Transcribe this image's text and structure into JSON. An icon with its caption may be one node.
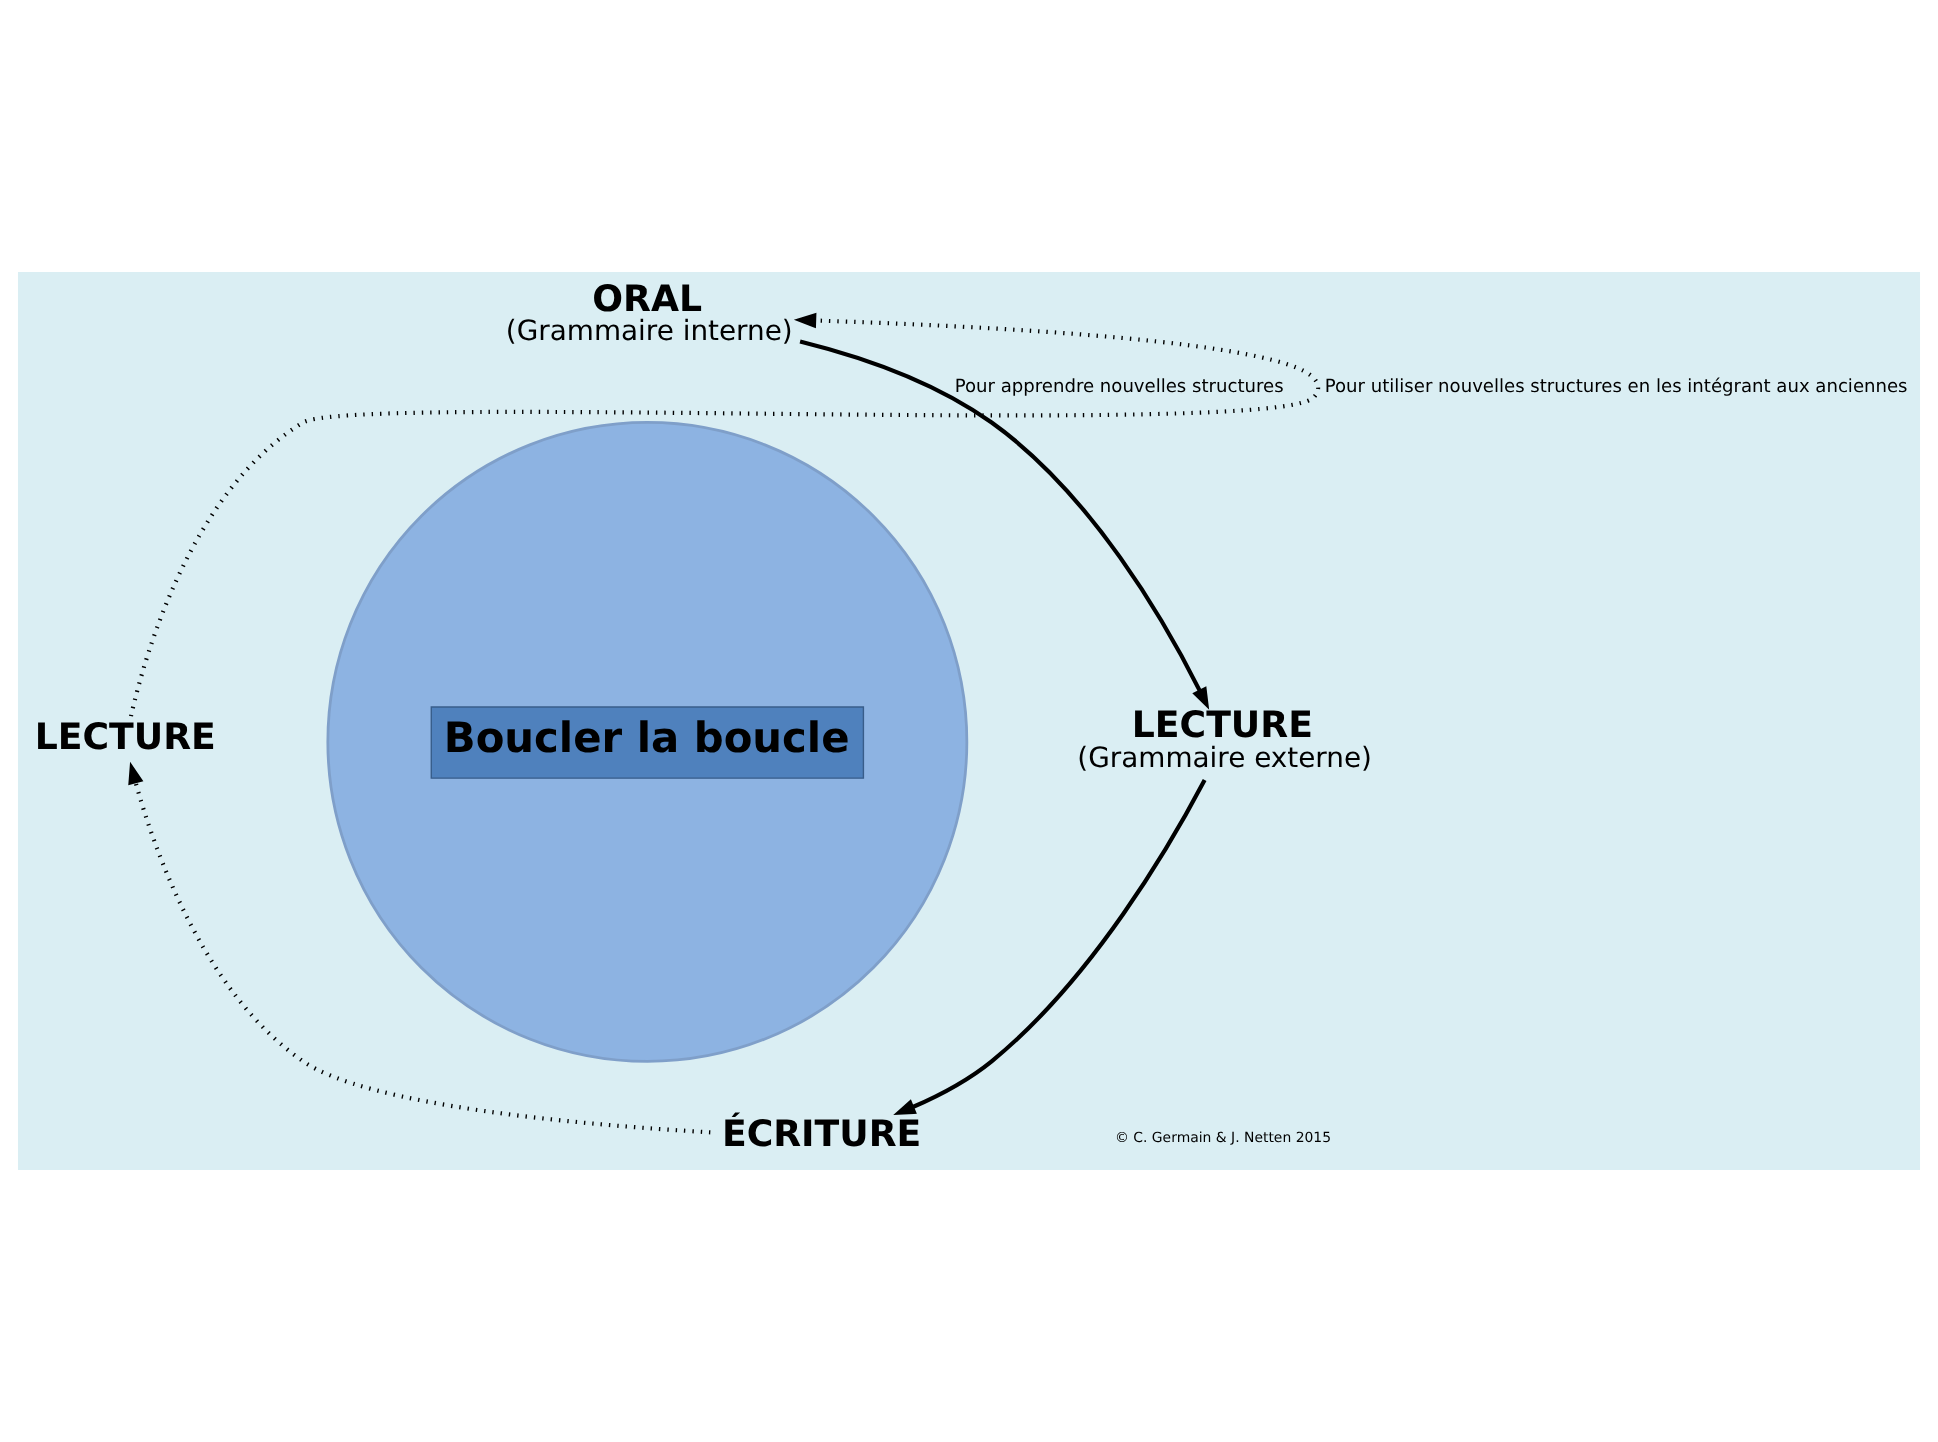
{
  "diagram": {
    "nodes": [
      {
        "text": [
          "ORAL",
          "(Grammaire interne)"
        ]
      },
      {
        "text": [
          "LECTURE",
          "(Grammaire externe)"
        ]
      },
      {
        "text": [
          "ÉCRITURE"
        ]
      },
      {
        "text": [
          "LECTURE"
        ]
      },
      {
        "text": [
          "Boucler la boucle"
        ]
      }
    ],
    "edges": [
      {
        "from": 0,
        "to": 1,
        "arrow": "to",
        "label": "Pour apprendre nouvelles structures"
      },
      {
        "from": 1,
        "to": 2,
        "arrow": "to"
      },
      {
        "from": 2,
        "to": 3,
        "arrow": "to",
        "style": "dashed"
      },
      {
        "from": 3,
        "to": 0,
        "arrow": "to",
        "style": "dashed",
        "label": "Pour utiliser nouvelles structures en les intégrant aux anciennes"
      }
    ],
    "labels": [
      "© C. Germain & J. Netten 2015"
    ]
  }
}
